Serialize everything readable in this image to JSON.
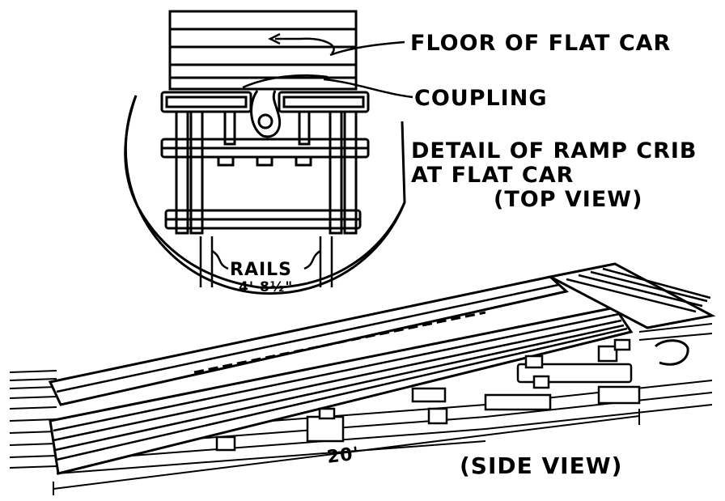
{
  "labels": {
    "floor": "FLOOR OF FLAT CAR",
    "coupling": "COUPLING",
    "detail_line1": "DETAIL OF RAMP CRIB",
    "detail_line2": "AT FLAT CAR",
    "detail_line3": "(TOP VIEW)",
    "rails": "RAILS",
    "gauge": "4' 8½\"",
    "length": "20'",
    "side_view": "(SIDE VIEW)"
  },
  "colors": {
    "ink": "#000000",
    "paper": "#ffffff"
  }
}
